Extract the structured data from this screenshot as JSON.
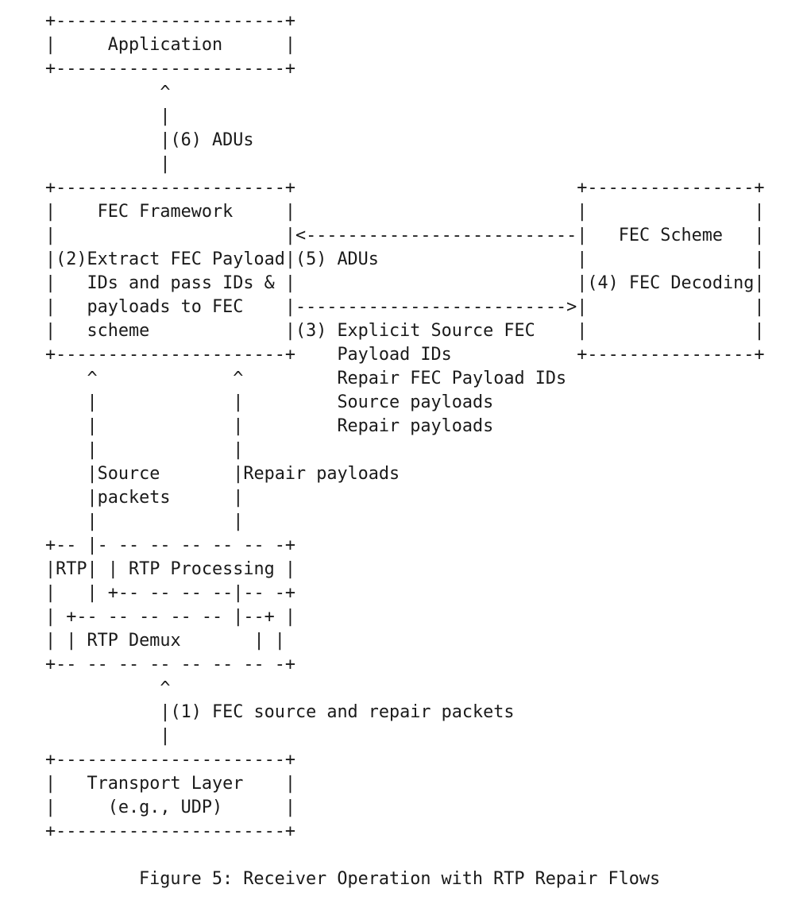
{
  "diagram": {
    "lines": [
      "+----------------------+",
      "|     Application      |",
      "+----------------------+",
      "           ^",
      "           |",
      "           |(6) ADUs",
      "           |",
      "+----------------------+                           +----------------+",
      "|    FEC Framework     |                           |                |",
      "|                      |<--------------------------|   FEC Scheme   |",
      "|(2)Extract FEC Payload|(5) ADUs                   |                |",
      "|   IDs and pass IDs & |                           |(4) FEC Decoding|",
      "|   payloads to FEC    |-------------------------->|                |",
      "|   scheme             |(3) Explicit Source FEC    |                |",
      "+----------------------+    Payload IDs            +----------------+",
      "    ^             ^         Repair FEC Payload IDs",
      "    |             |         Source payloads",
      "    |             |         Repair payloads",
      "    |             |",
      "    |Source       |Repair payloads",
      "    |packets      |",
      "    |             |",
      "+-- |- -- -- -- -- -- -+",
      "|RTP| | RTP Processing |",
      "|   | +-- -- -- --|-- -+",
      "| +-- -- -- -- -- |--+ |",
      "| | RTP Demux       | |",
      "+-- -- -- -- -- -- -- -+",
      "           ^",
      "           |(1) FEC source and repair packets",
      "           |",
      "+----------------------+",
      "|   Transport Layer    |",
      "|     (e.g., UDP)      |",
      "+----------------------+"
    ]
  },
  "caption": "Figure 5: Receiver Operation with RTP Repair Flows"
}
